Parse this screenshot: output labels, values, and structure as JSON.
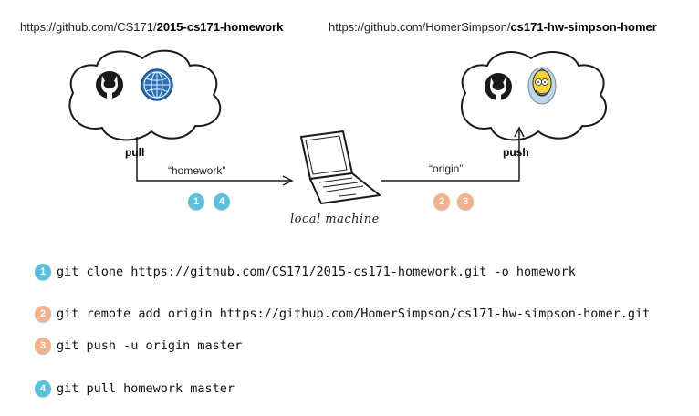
{
  "left_repo": {
    "url_prefix": "https://github.com/CS171/",
    "url_repo": "2015-cs171-homework"
  },
  "right_repo": {
    "url_prefix": "https://github.com/HomerSimpson/",
    "url_repo": "cs171-hw-simpson-homer"
  },
  "labels": {
    "pull": "pull",
    "push": "push",
    "homework_remote": "“homework”",
    "origin_remote": "“origin”",
    "local_machine": "local machine"
  },
  "badges": {
    "one": "1",
    "two": "2",
    "three": "3",
    "four": "4",
    "blue": "#5bc0de",
    "orange": "#f0b38e"
  },
  "icons": {
    "left_cloud": [
      "github-octocat-icon",
      "globe-icon"
    ],
    "right_cloud": [
      "github-octocat-icon",
      "homer-avatar-icon"
    ],
    "center": "laptop-icon"
  },
  "commands": [
    {
      "num": "1",
      "color": "blue",
      "text": "git clone https://github.com/CS171/2015-cs171-homework.git -o homework"
    },
    {
      "num": "2",
      "color": "orange",
      "text": "git remote add origin https://github.com/HomerSimpson/cs171-hw-simpson-homer.git"
    },
    {
      "num": "3",
      "color": "orange",
      "text": "git push -u origin master"
    },
    {
      "num": "4",
      "color": "blue",
      "text": "git pull homework master"
    }
  ]
}
